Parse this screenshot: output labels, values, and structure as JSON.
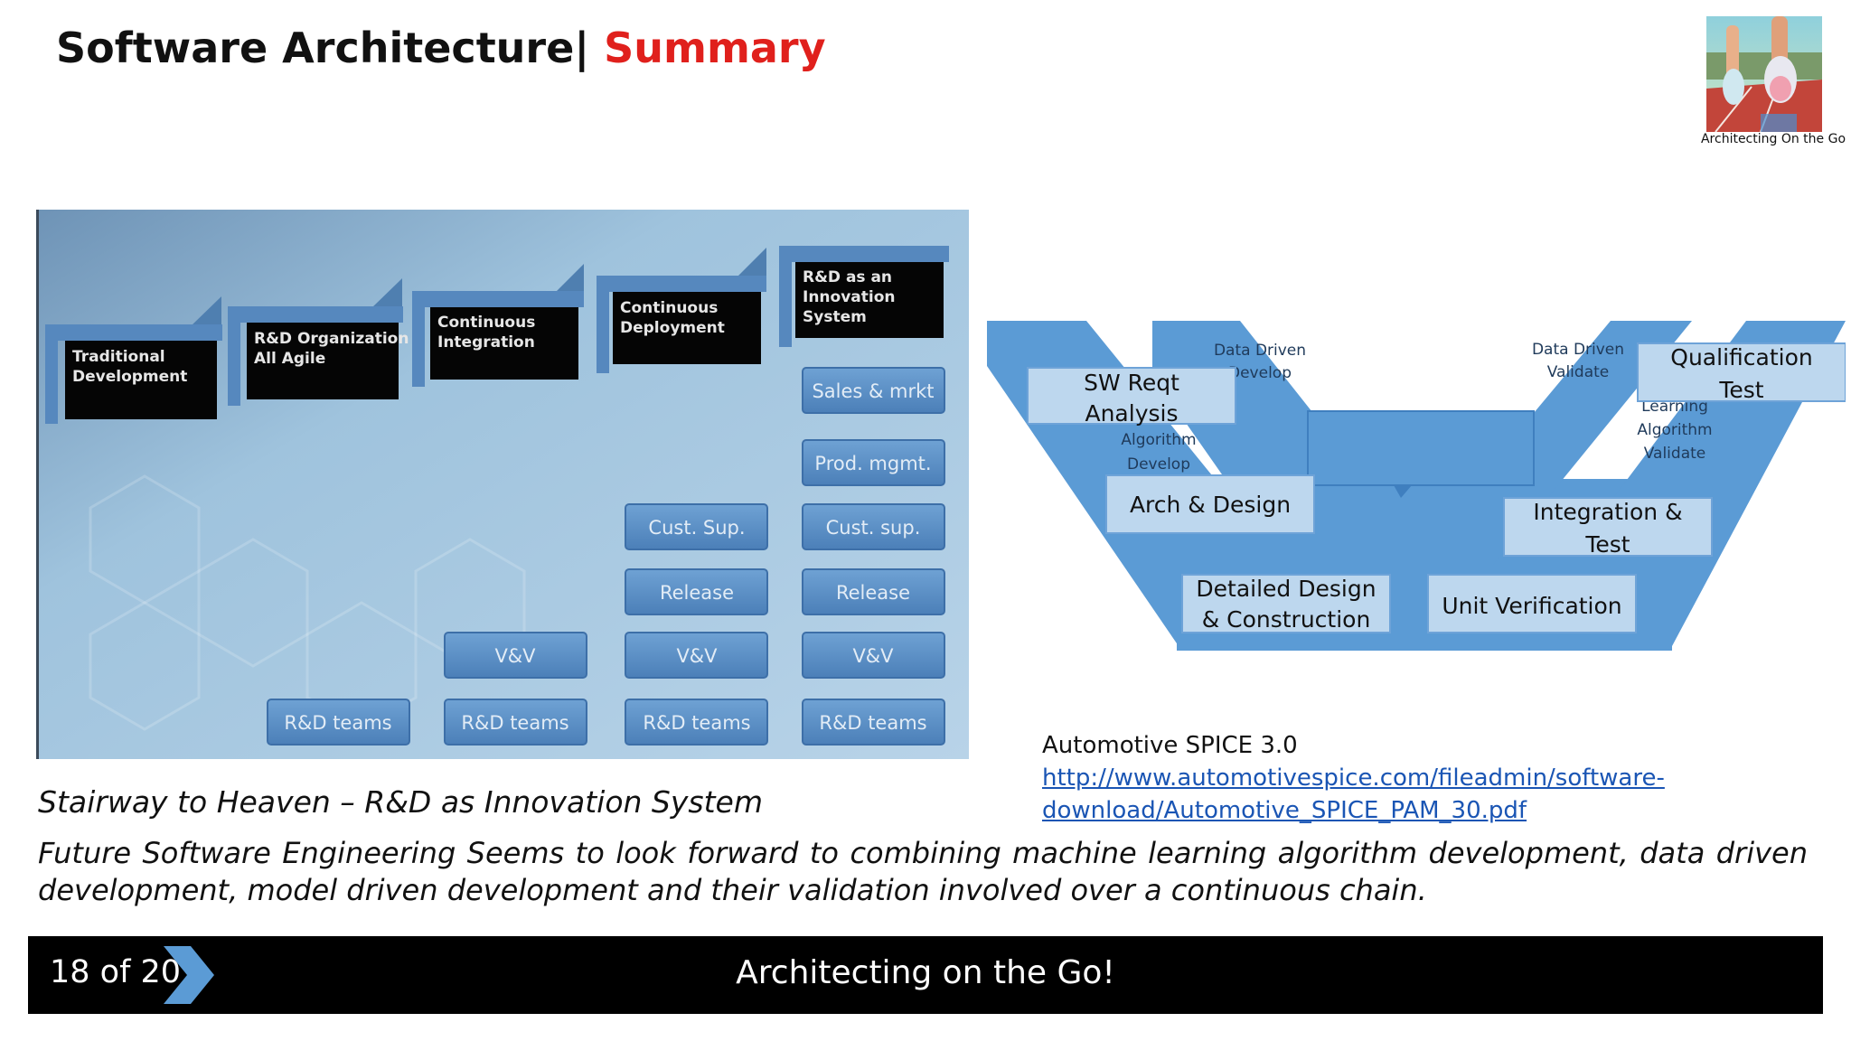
{
  "title": {
    "main": "Software Architecture|",
    "accent": "Summary"
  },
  "logo": {
    "caption": "Architecting On the Go"
  },
  "stairway": {
    "steps": [
      {
        "label": [
          "Traditional",
          "Development"
        ]
      },
      {
        "label": [
          "R&D Organization",
          "All Agile"
        ]
      },
      {
        "label": [
          "Continuous",
          "Integration"
        ]
      },
      {
        "label": [
          "Continuous",
          "Deployment"
        ]
      },
      {
        "label": [
          "R&D as an",
          "Innovation",
          "System"
        ]
      }
    ],
    "boxes": {
      "rd_teams": "R&D teams",
      "vv": "V&V",
      "release": "Release",
      "cust_sup_1": "Cust. Sup.",
      "cust_sup_2": "Cust. sup.",
      "prod_mgmt": "Prod. mgmt.",
      "sales": "Sales & mrkt"
    }
  },
  "vmodel": {
    "sw_reqt": [
      "SW Reqt",
      "Analysis"
    ],
    "arch_design": "Arch & Design",
    "detailed_design": [
      "Detailed Design",
      "& Construction"
    ],
    "unit_verification": "Unit Verification",
    "integration_test": [
      "Integration &",
      "Test"
    ],
    "qualification_test": [
      "Qualification",
      "Test"
    ],
    "data_driven_develop": [
      "Data Driven",
      "Develop"
    ],
    "data_driven_validate": [
      "Data Driven",
      "Validate"
    ],
    "algorithm_develop": [
      "Algorithm",
      "Develop"
    ],
    "learning_validate": [
      "Learning",
      "Algorithm",
      "Validate"
    ]
  },
  "spice": {
    "title": "Automotive SPICE 3.0",
    "link_line1": "http://www.automotivespice.com/fileadmin/software-",
    "link_line2": "download/Automotive_SPICE_PAM_30.pdf"
  },
  "caption": "Stairway to Heaven – R&D as Innovation System",
  "summary": "Future Software Engineering Seems to look forward to combining machine learning algorithm development, data driven development, model driven development and their validation involved over a continuous chain.",
  "footer": {
    "page": "18 of  20",
    "title": "Architecting on the Go!"
  },
  "colors": {
    "accent": "#e0201c",
    "link": "#1a55b4",
    "v_blue": "#5b9bd5",
    "box_blue": "#bdd7ee"
  }
}
